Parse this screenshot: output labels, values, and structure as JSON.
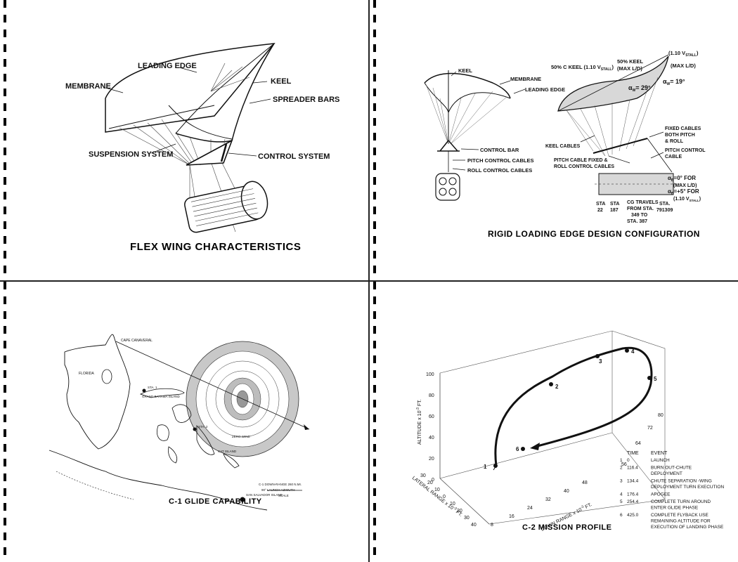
{
  "pages": {
    "flex": {
      "caption": "FLEX WING CHARACTERISTICS",
      "labels": {
        "leading_edge": "LEADING EDGE",
        "membrane": "MEMBRANE",
        "keel": "KEEL",
        "spreader_bars": "SPREADER BARS",
        "suspension_system": "SUSPENSION SYSTEM",
        "control_system": "CONTROL SYSTEM"
      }
    },
    "rigid": {
      "caption": "RIGID LOADING EDGE DESIGN CONFIGURATION",
      "labels": {
        "keel": "KEEL",
        "membrane": "MEMBRANE",
        "leading_edge": "LEADING EDGE",
        "control_bar": "CONTROL BAR",
        "pitch_control_cables": "PITCH CONTROL CABLES",
        "roll_control_cables": "ROLL CONTROL CABLES",
        "c_keel": "50% C KEEL (1.10 V",
        "c_keel_sub": "STALL",
        "keel_50": "50% KEEL",
        "max_ld": "(MAX L/D)",
        "v_stall": "(1.10 V",
        "v_stall_sub": "STALL",
        "max_ld_2": "(MAX L/D)",
        "alpha_29": "α",
        "alpha_29_val": "= 29°",
        "alpha_19": "α",
        "alpha_19_val": "= 19°",
        "fixed_cables": [
          "FIXED CABLES",
          "BOTH PITCH",
          "& ROLL"
        ],
        "keel_cables": "KEEL CABLES",
        "pitch_control_cable": [
          "PITCH CONTROL",
          "CABLE"
        ],
        "pitch_cable_fixed": [
          "PITCH CABLE FIXED &",
          "ROLL CONTROL CABLES"
        ],
        "alpha_b0": [
          "α",
          "B",
          "=0° FOR",
          "(MAX L/D)"
        ],
        "alpha_b5": [
          "α",
          "B",
          "=+5° FOR",
          "(1.10 V",
          "STALL",
          ")"
        ],
        "sta_22": [
          "STA",
          "22"
        ],
        "sta_187": [
          "STA",
          "187"
        ],
        "cg_travels": [
          "CG TRAVELS",
          "FROM STA.",
          "349 TO",
          "STA. 387"
        ],
        "sta_791309": [
          "STA.",
          "791309"
        ]
      }
    },
    "glide": {
      "caption": "C-1 GLIDE CAPABILITY",
      "labels": {
        "cape": "CAPE CANAVERAL",
        "florida": "FLORIDA",
        "grand_bahama": "GRAND BAHAMA ISLAND",
        "sta1": "STA. 1",
        "sta2": "STA. 2",
        "zero_wind": "ZERO WIND",
        "cat_island": "CAT ISLAND",
        "san_salvador": "SAN SALVADOR ISLAND",
        "legend_1": "C-1 DOWN-RANGE 260 N.MI.",
        "legend_2": "90° LAUNCH AZIMUTH",
        "scale": "SCALE"
      }
    },
    "mission": {
      "caption": "C-2 MISSION PROFILE",
      "altitude_axis": "ALTITUDE x 10",
      "altitude_exp": "-3",
      "altitude_unit": "FT.",
      "altitude_ticks": [
        "100",
        "80",
        "60",
        "40",
        "20",
        "0"
      ],
      "lateral_axis": "LATERAL RANGE x 10",
      "lateral_exp": "-3",
      "lateral_unit": "FT.",
      "lateral_ticks": [
        "30",
        "20",
        "10",
        "0",
        "10",
        "20",
        "30",
        "40"
      ],
      "down_axis": "DOWN RANGE x 10",
      "down_exp": "-3",
      "down_unit": "FT.",
      "down_ticks": [
        "8",
        "16",
        "24",
        "32",
        "40",
        "48",
        "56",
        "64",
        "72",
        "80"
      ],
      "table_headers": [
        "TIME",
        "EVENT"
      ],
      "events": [
        {
          "n": "1",
          "time": "0",
          "event": [
            "LAUNCH"
          ]
        },
        {
          "n": "2",
          "time": "116.4",
          "event": [
            "BURN OUT-CHUTE",
            "DEPLOYMENT"
          ]
        },
        {
          "n": "3",
          "time": "134.4",
          "event": [
            "CHUTE SEPARATION -WING",
            "DEPLOYMENT TURN EXECUTION"
          ]
        },
        {
          "n": "4",
          "time": "176.4",
          "event": [
            "APOGEE"
          ]
        },
        {
          "n": "5",
          "time": "254.4",
          "event": [
            "COMPLETE TURN AROUND",
            "ENTER GLIDE PHASE"
          ]
        },
        {
          "n": "6",
          "time": "425.0",
          "event": [
            "COMPLETE FLYBACK USE",
            "REMAINING ALTITUDE FOR",
            "EXECUTION OF LANDING PHASE"
          ]
        }
      ],
      "point_labels": [
        "1",
        "2",
        "3",
        "4",
        "5",
        "6"
      ]
    }
  }
}
